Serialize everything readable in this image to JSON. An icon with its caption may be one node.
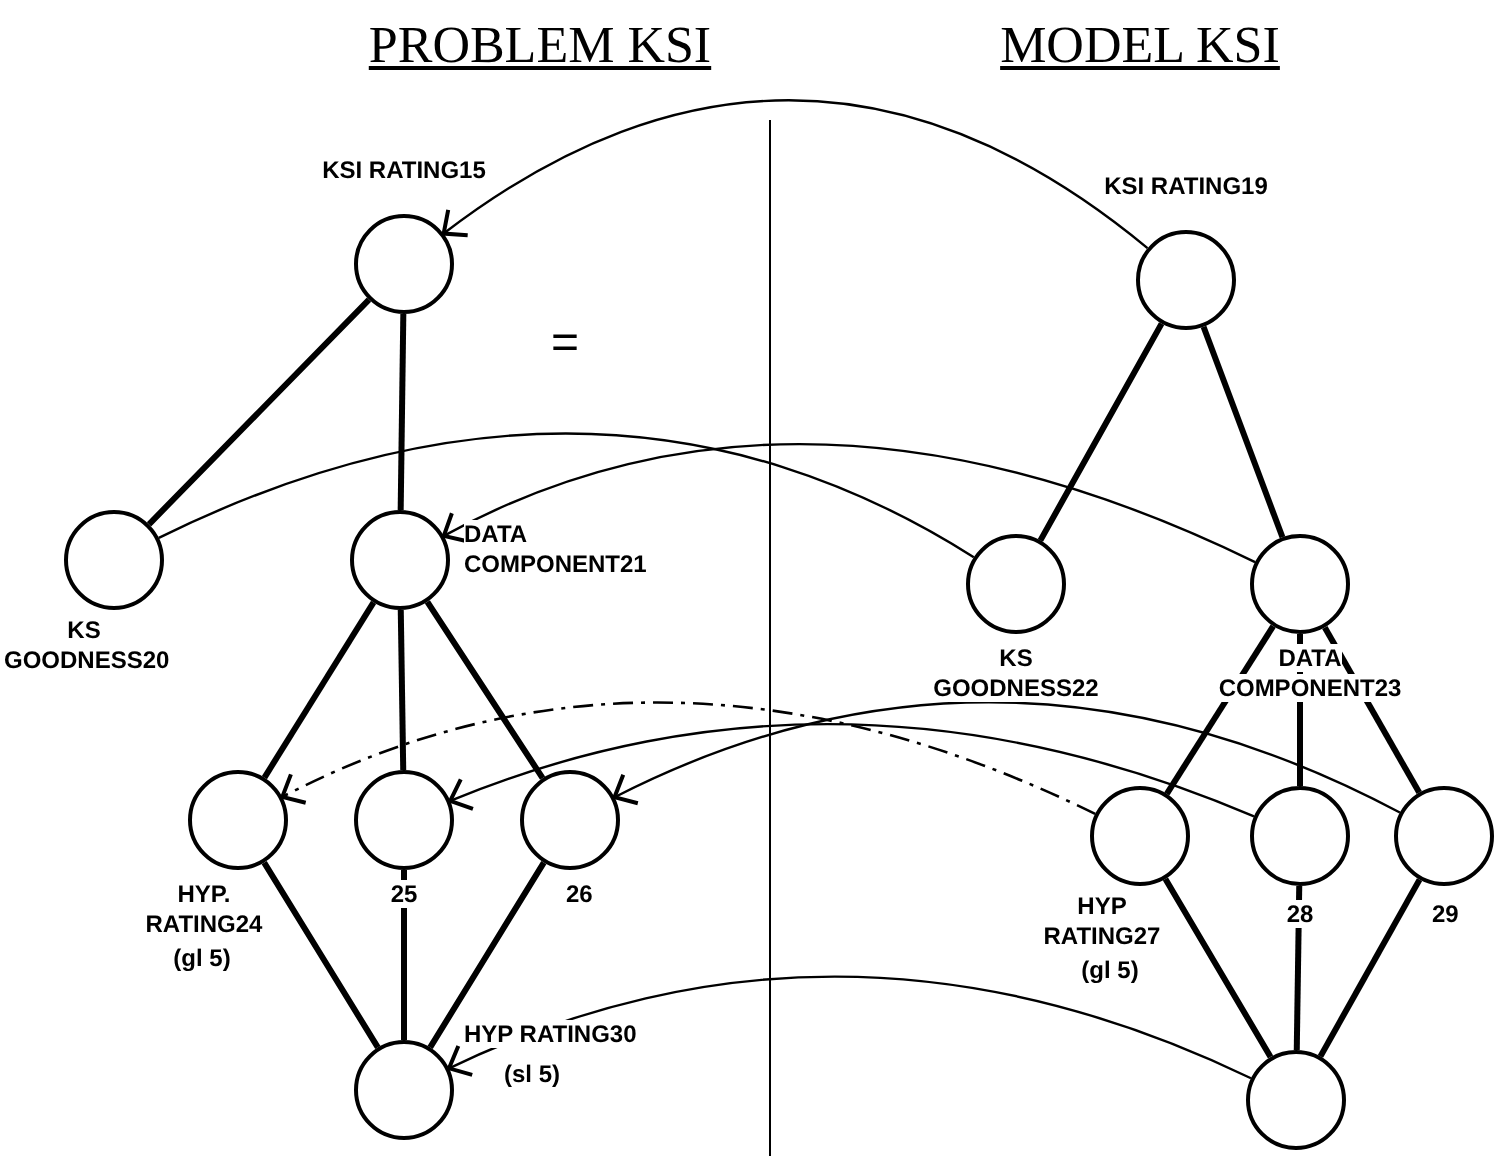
{
  "diagram": {
    "nodes": [
      {
        "text": [],
        "shape": "circle",
        "beside": [
          "KSI RATING15"
        ]
      },
      {
        "text": [],
        "shape": "circle",
        "beside": [
          "KSI RATING19"
        ]
      },
      {
        "text": [],
        "shape": "circle",
        "beside": [
          "KS GOODNESS20"
        ]
      },
      {
        "text": [],
        "shape": "circle",
        "beside": [
          "DATA COMPONENT21"
        ]
      },
      {
        "text": [],
        "shape": "circle",
        "beside": [
          "KS GOODNESS22"
        ]
      },
      {
        "text": [],
        "shape": "circle",
        "beside": [
          "DATA COMPONENT23"
        ]
      },
      {
        "text": [],
        "shape": "circle",
        "beside": [
          "HYP. RATING24",
          "(gl 5)"
        ]
      },
      {
        "text": [],
        "shape": "circle",
        "beside": [
          "25"
        ]
      },
      {
        "text": [],
        "shape": "circle",
        "beside": [
          "26"
        ]
      },
      {
        "text": [],
        "shape": "circle",
        "beside": [
          "HYP RATING27",
          "(gl 5)"
        ]
      },
      {
        "text": [],
        "shape": "circle",
        "beside": [
          "28"
        ]
      },
      {
        "text": [],
        "shape": "circle",
        "beside": [
          "29"
        ]
      },
      {
        "text": [],
        "shape": "circle",
        "beside": [
          "HYP RATING30",
          "(sl 5)"
        ]
      },
      {
        "text": [],
        "shape": "circle"
      }
    ],
    "edges": [
      {
        "from": 1,
        "to": 0,
        "arrow": "to"
      },
      {
        "from": 2,
        "to": 4,
        "arrow": "none",
        "label": "="
      },
      {
        "from": 5,
        "to": 3,
        "arrow": "to"
      },
      {
        "from": 9,
        "to": 6,
        "arrow": "to",
        "style": "dashed"
      },
      {
        "from": 10,
        "to": 7,
        "arrow": "to"
      },
      {
        "from": 11,
        "to": 8,
        "arrow": "to"
      },
      {
        "from": 13,
        "to": 12,
        "arrow": "to"
      },
      {
        "from": 0,
        "to": 2,
        "arrow": "none"
      },
      {
        "from": 0,
        "to": 3,
        "arrow": "none"
      },
      {
        "from": 1,
        "to": 4,
        "arrow": "none"
      },
      {
        "from": 1,
        "to": 5,
        "arrow": "none"
      },
      {
        "from": 3,
        "to": 6,
        "arrow": "none"
      },
      {
        "from": 3,
        "to": 7,
        "arrow": "none"
      },
      {
        "from": 3,
        "to": 8,
        "arrow": "none"
      },
      {
        "from": 5,
        "to": 9,
        "arrow": "none"
      },
      {
        "from": 5,
        "to": 10,
        "arrow": "none"
      },
      {
        "from": 5,
        "to": 11,
        "arrow": "none"
      },
      {
        "from": 6,
        "to": 12,
        "arrow": "none"
      },
      {
        "from": 7,
        "to": 12,
        "arrow": "none"
      },
      {
        "from": 8,
        "to": 12,
        "arrow": "none"
      },
      {
        "from": 9,
        "to": 13,
        "arrow": "none"
      },
      {
        "from": 10,
        "to": 13,
        "arrow": "none"
      },
      {
        "from": 11,
        "to": 13,
        "arrow": "none"
      }
    ],
    "labels": [
      "PROBLEM KSI",
      "MODEL KSI"
    ]
  }
}
